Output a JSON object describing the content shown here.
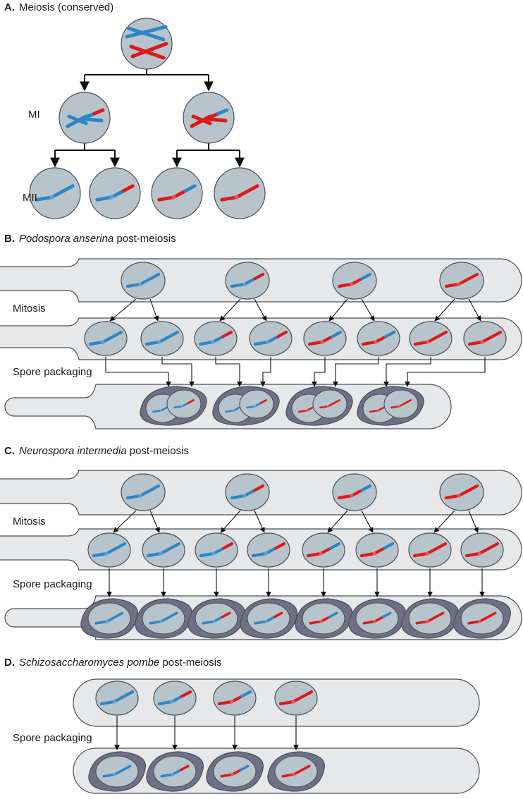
{
  "colors": {
    "blue": "#2e86c8",
    "red": "#dd1a1a",
    "nucleus_fill": "#b7c4cb",
    "tube_fill": "#e6e8ea",
    "spore_fill": "#6f6f85",
    "outline": "#4a4f55",
    "arrow": "#111111"
  },
  "section_a": {
    "letter": "A.",
    "title": "Meiosis (conserved)",
    "label_mi": "MI",
    "label_mii": "MII"
  },
  "section_b": {
    "letter": "B.",
    "organism": "Podospora anserina",
    "suffix": "post-meiosis",
    "label_mitosis": "Mitosis",
    "label_packaging": "Spore packaging"
  },
  "section_c": {
    "letter": "C.",
    "organism": "Neurospora intermedia",
    "suffix": "post-meiosis",
    "label_mitosis": "Mitosis",
    "label_packaging": "Spore packaging"
  },
  "section_d": {
    "letter": "D.",
    "organism": "Schizosaccharomyces pombe",
    "suffix": "post-meiosis",
    "label_packaging": "Spore packaging"
  },
  "chromatid_types": [
    "blue",
    "blue-red",
    "red-blue",
    "red"
  ],
  "mitosis_products": [
    "blue",
    "blue",
    "blue-red",
    "blue-red",
    "red-blue",
    "red-blue",
    "red",
    "red"
  ],
  "podospora_spore_pairs": [
    [
      "blue",
      "blue-red"
    ],
    [
      "blue",
      "blue-red"
    ],
    [
      "red-blue",
      "red"
    ],
    [
      "red-blue",
      "red"
    ]
  ],
  "neurospora_spores": [
    "blue",
    "blue",
    "blue-red",
    "blue-red",
    "red-blue",
    "red-blue",
    "red",
    "red"
  ],
  "pombe_spores": [
    "blue",
    "blue-red",
    "red-blue",
    "red"
  ]
}
